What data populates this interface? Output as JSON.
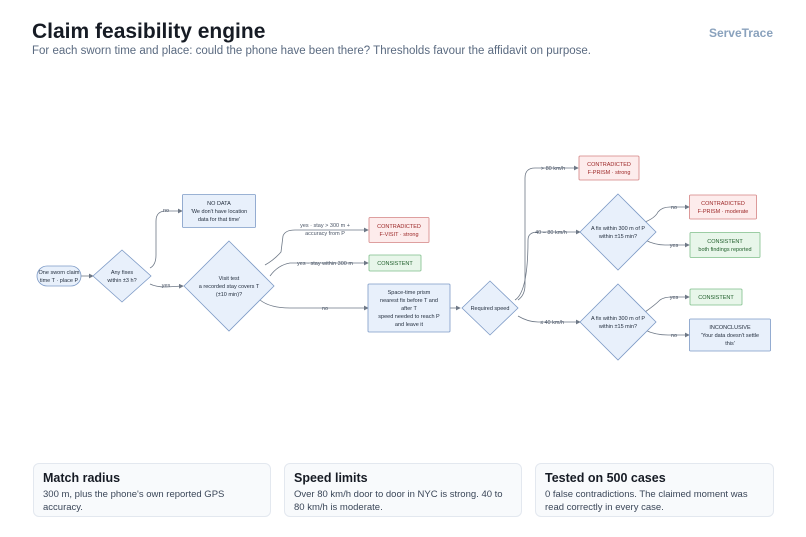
{
  "header": {
    "title": "Claim feasibility engine",
    "subtitle": "For each sworn time and place: could the phone have been there? Thresholds favour the affidavit on purpose.",
    "brand": "ServeTrace"
  },
  "nodes": {
    "start": [
      "One sworn claim",
      "time T · place P"
    ],
    "fixes": [
      "Any fixes",
      "within ±3 h?"
    ],
    "nodata": [
      "NO DATA",
      "'We don't have location",
      "data for that time'"
    ],
    "visit": [
      "Visit test",
      "a recorded stay covers T",
      "(±10 min)?"
    ],
    "fvisit": [
      "CONTRADICTED",
      "F-VISIT · strong"
    ],
    "consistent1": [
      "CONSISTENT"
    ],
    "prism": [
      "Space-time prism",
      "nearest fix before T and",
      "after T",
      "speed needed to reach P",
      "and leave it"
    ],
    "speed": [
      "Required speed"
    ],
    "fprism_strong": [
      "CONTRADICTED",
      "F-PRISM · strong"
    ],
    "fix_mid": [
      "A fix within 300 m of P",
      "within ±15 min?"
    ],
    "fprism_mod": [
      "CONTRADICTED",
      "F-PRISM · moderate"
    ],
    "consistent_both": [
      "CONSISTENT",
      "both findings reported"
    ],
    "fix_low": [
      "A fix within 300 m of P",
      "within ±15 min?"
    ],
    "consistent2": [
      "CONSISTENT"
    ],
    "inconclusive": [
      "INCONCLUSIVE",
      "'Your data doesn't settle",
      "this'"
    ]
  },
  "edges": {
    "fixes_no": "no",
    "fixes_yes": "yes",
    "visit_far": [
      "yes · stay > 300 m +",
      "accuracy from P"
    ],
    "visit_near": "yes · stay within 300 m",
    "visit_no": "no",
    "speed_high": "> 80 km/h",
    "speed_mid": "40 – 80 km/h",
    "speed_low": "≤ 40 km/h",
    "mid_no": "no",
    "mid_yes": "yes",
    "low_yes": "yes",
    "low_no": "no"
  },
  "colors": {
    "neutral_fill": "#e8f0fb",
    "neutral_stroke": "#7d9ac6",
    "red_fill": "#fdecec",
    "red_stroke": "#d48383",
    "red_text": "#9c2626",
    "green_fill": "#e8f6ea",
    "green_stroke": "#7fbf8a",
    "green_text": "#1f5e2a",
    "edge": "#6e7886"
  },
  "cards": [
    {
      "title": "Match radius",
      "body": "300 m, plus the phone's own reported GPS accuracy."
    },
    {
      "title": "Speed limits",
      "body": "Over 80 km/h door to door in NYC is strong. 40 to 80 km/h is moderate."
    },
    {
      "title": "Tested on 500 cases",
      "body": "0 false contradictions. The claimed moment was read correctly in every case."
    }
  ]
}
